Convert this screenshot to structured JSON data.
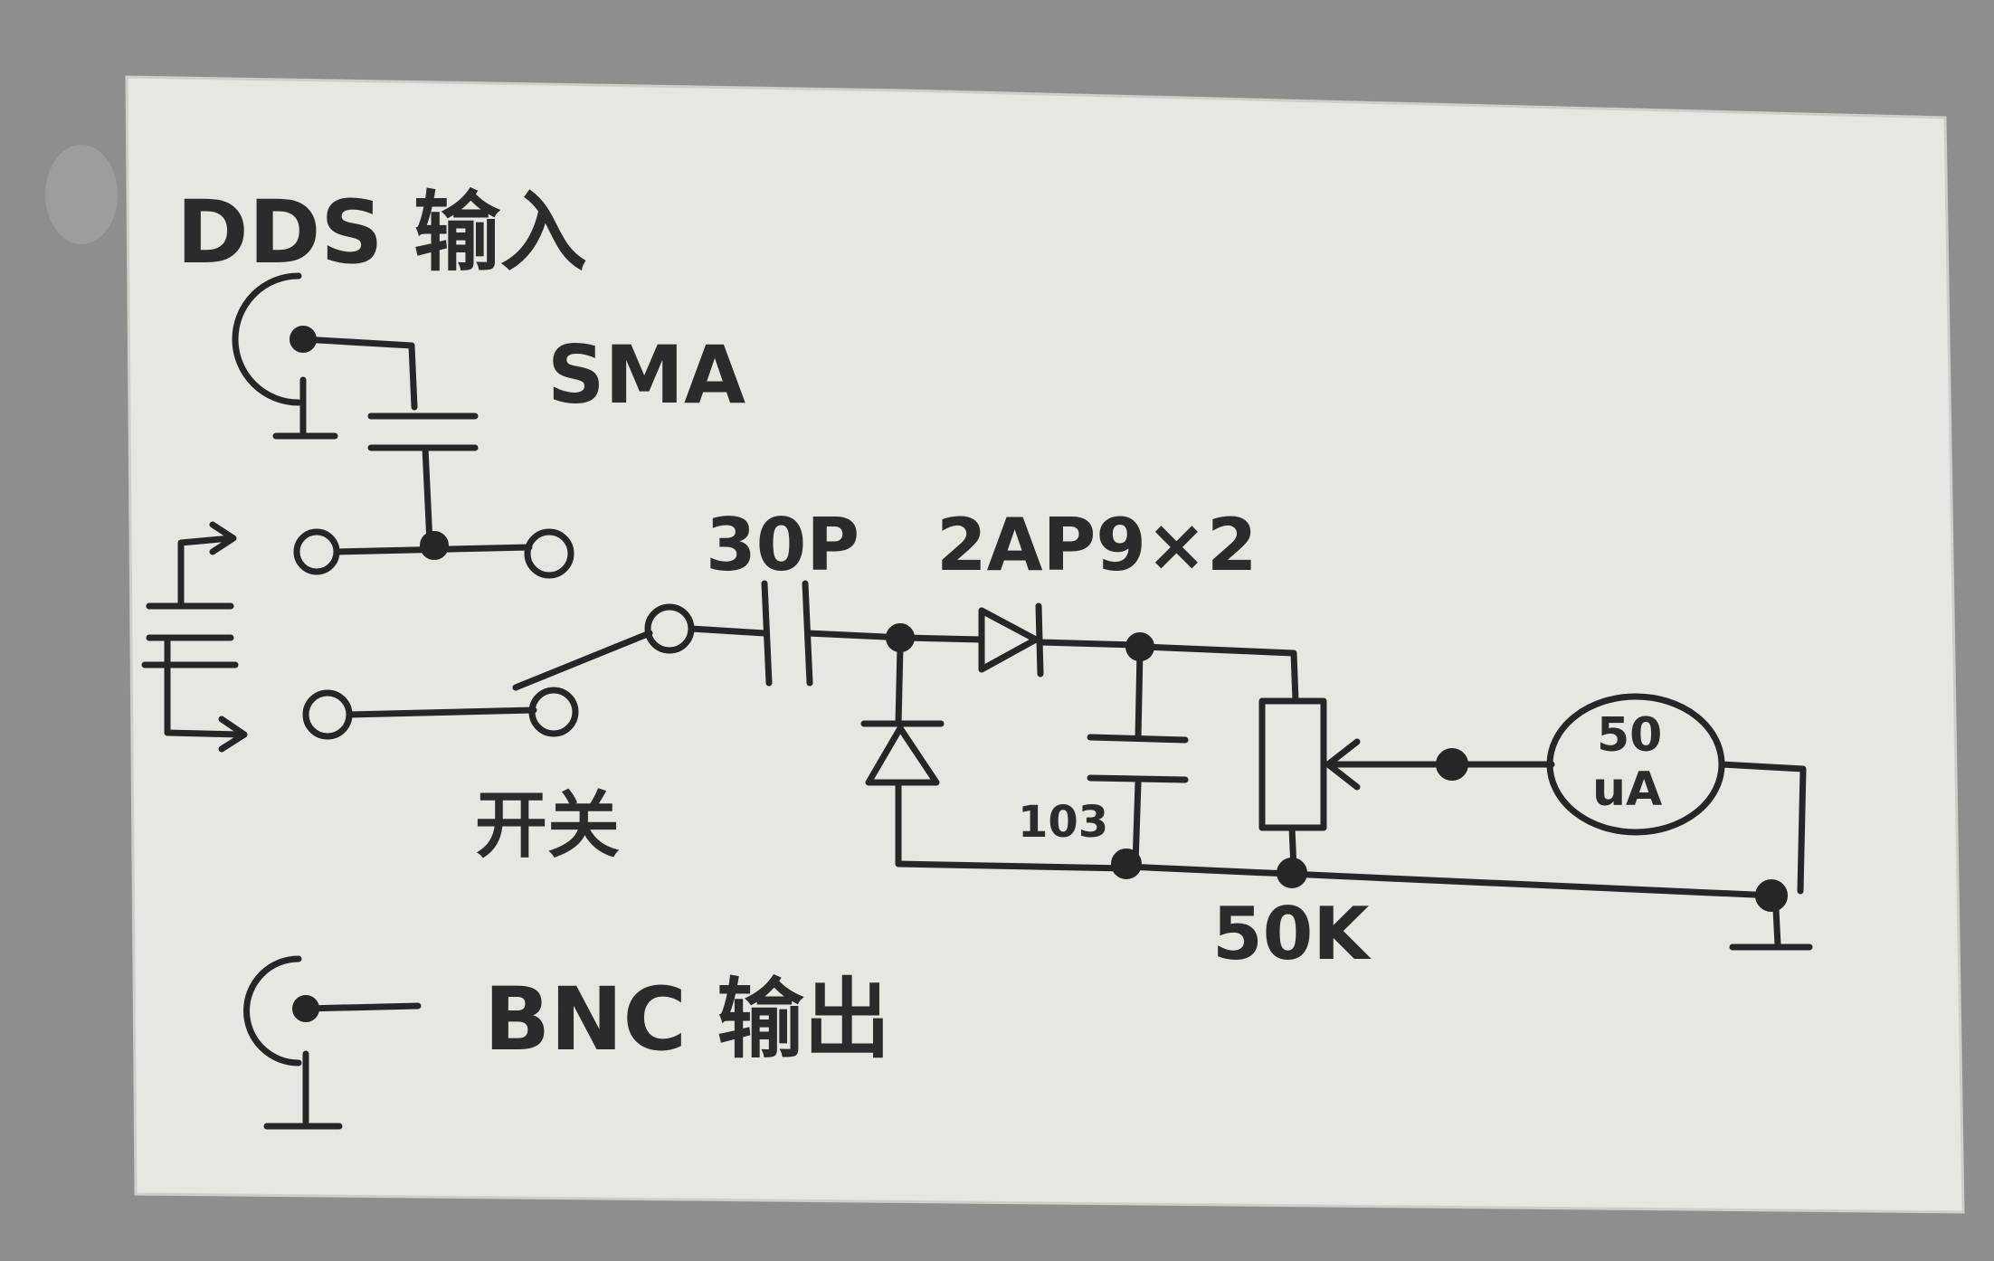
{
  "colors": {
    "background_board": "#8e8e8c",
    "paper": "#e7e6e1",
    "ink": "#262626"
  },
  "labels": {
    "dds_input": "DDS 输入",
    "sma": "SMA",
    "cap_30p": "30P",
    "diode_2ap9": "2AP9×2",
    "switch": "开关",
    "cap_103": "103",
    "pot_50k": "50K",
    "meter_value": "50",
    "meter_unit": "uA",
    "bnc_output": "BNC 输出"
  }
}
